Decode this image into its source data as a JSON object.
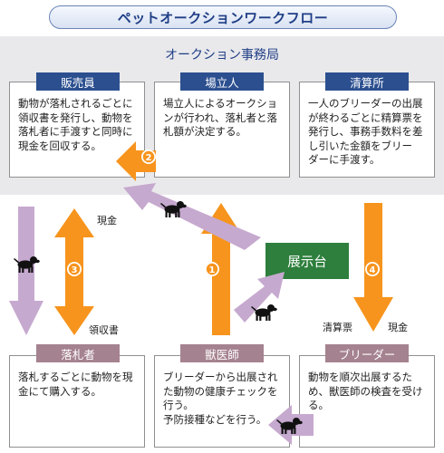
{
  "title": "ペットオークションワークフロー",
  "office": {
    "title": "オークション事務局",
    "sales": {
      "tab": "販売員",
      "text": [
        "動物が落札されるごとに",
        "領収書を発行し、動物を",
        "落札者に手渡すと同時に",
        "現金を回収する。"
      ]
    },
    "auctioneer": {
      "tab": "場立人",
      "text": [
        "場立人によるオークショ",
        "ンが行われ、落札者と落",
        "札額が決定する。"
      ]
    },
    "settlement": {
      "tab": "清算所",
      "text": [
        "一人のブリーダーの出展",
        "が終わるごとに精算票を",
        "発行し、事務手数料を差",
        "し引いた金額をブリー",
        "ダーに手渡す。"
      ]
    }
  },
  "bidder": {
    "tab": "落札者",
    "text": [
      "落札するごとに動物を現",
      "金にて購入する。"
    ]
  },
  "vet": {
    "tab": "獣医師",
    "text": [
      "ブリーダーから出展され",
      "た動物の健康チェックを",
      "行う。",
      "予防接種などを行う。"
    ]
  },
  "breeder": {
    "tab": "ブリーダー",
    "text": [
      "動物を順次出展するた",
      "め、獣医師の検査を受け",
      "る。"
    ]
  },
  "stage": "展示台",
  "labels": {
    "cash_top": "現金",
    "receipt": "領収書",
    "settlement_slip": "清算票",
    "cash_bottom": "現金"
  },
  "steps": {
    "s1": "1",
    "s2": "2",
    "s3": "3",
    "s4": "4"
  },
  "colors": {
    "navy": "#1f3e86",
    "tab_blue": "#2b4f8f",
    "tab_mauve": "#a5828f",
    "orange": "#f7941d",
    "lavender": "#c6a9cf",
    "green": "#2e7f3d",
    "band_gray": "#e9e9ec"
  },
  "icons": [
    "dog-icon"
  ]
}
